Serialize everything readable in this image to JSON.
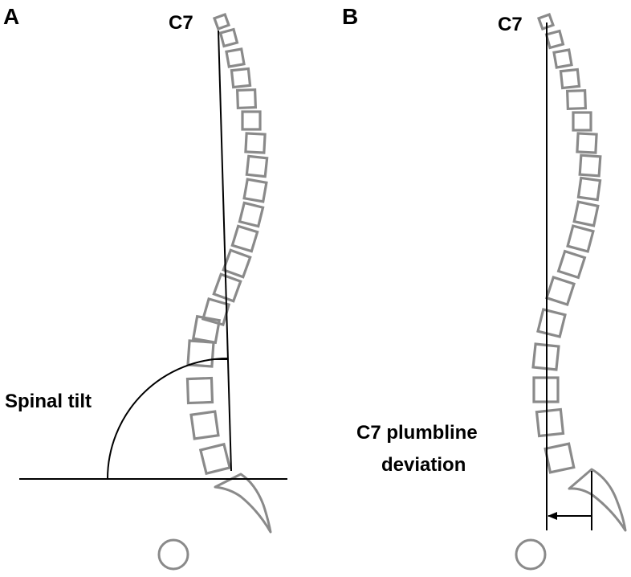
{
  "panels": [
    {
      "letter": "A",
      "c7_label": "C7",
      "annotation": "Spinal tilt",
      "colors": {
        "bone": "#8a8a8a",
        "lines": "#000000"
      }
    },
    {
      "letter": "B",
      "c7_label": "C7",
      "annotation_lines": [
        "C7 plumbline",
        "deviation"
      ],
      "colors": {
        "bone": "#8a8a8a",
        "lines": "#000000"
      }
    }
  ]
}
